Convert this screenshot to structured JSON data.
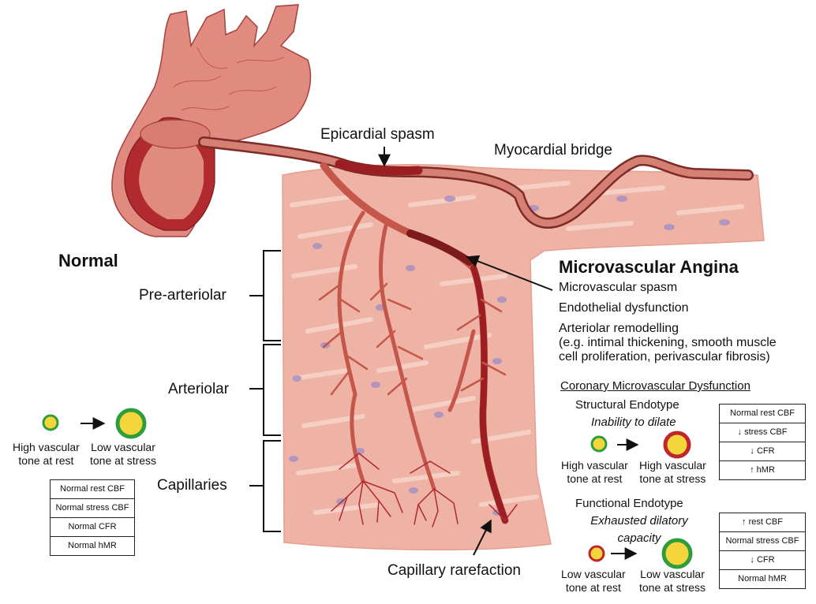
{
  "labels": {
    "epicardial_spasm": "Epicardial spasm",
    "myocardial_bridge": "Myocardial bridge",
    "normal": "Normal",
    "pre_arteriolar": "Pre-arteriolar",
    "arteriolar": "Arteriolar",
    "capillaries": "Capillaries",
    "capillary_rarefaction": "Capillary rarefaction",
    "microvascular_angina": "Microvascular Angina",
    "microvascular_spasm": "Microvascular spasm",
    "endothelial_dysfunction": "Endothelial dysfunction",
    "arteriolar_remodelling": "Arteriolar remodelling",
    "remodelling_detail_1": "(e.g. intimal thickening, smooth muscle",
    "remodelling_detail_2": "cell proliferation, perivascular fibrosis)"
  },
  "normal_legend": {
    "rest_1": "High vascular",
    "rest_2": "tone at rest",
    "stress_1": "Low vascular",
    "stress_2": "tone at stress",
    "table": [
      "Normal rest CBF",
      "Normal stress CBF",
      "Normal CFR",
      "Normal hMR"
    ]
  },
  "cmd": {
    "title": "Coronary Microvascular Dysfunction",
    "structural": {
      "title": "Structural Endotype",
      "subtitle": "Inability to dilate",
      "rest_1": "High vascular",
      "rest_2": "tone at rest",
      "stress_1": "High vascular",
      "stress_2": "tone at stress",
      "table": [
        "Normal rest CBF",
        "↓  stress CBF",
        "↓  CFR",
        "↑  hMR"
      ]
    },
    "functional": {
      "title": "Functional Endotype",
      "subtitle_1": "Exhausted dilatory",
      "subtitle_2": "capacity",
      "rest_1": "Low vascular",
      "rest_2": "tone at rest",
      "stress_1": "Low vascular",
      "stress_2": "tone at stress",
      "table": [
        "↑  rest CBF",
        "Normal stress CBF",
        "↓  CFR",
        "Normal hMR"
      ]
    }
  },
  "colors": {
    "tissue": "#efb3a6",
    "tissue_stripe": "#f7d3ca",
    "vessel": "#c4574a",
    "vessel_dark": "#9b1e23",
    "aorta": "#e08a80",
    "nucleus": "#a98fbf",
    "ring_green": "#2e9d3e",
    "ring_red": "#c0262d",
    "core_yellow": "#f4d63a"
  }
}
